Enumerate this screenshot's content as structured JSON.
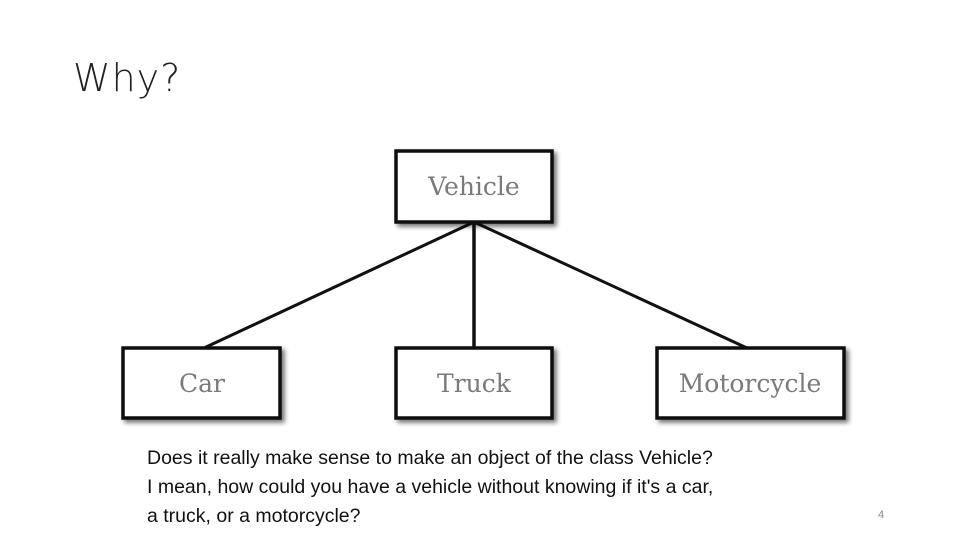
{
  "slide": {
    "title": "Why?",
    "page_number": "4"
  },
  "diagram": {
    "root": {
      "id": "vehicle",
      "label": "Vehicle"
    },
    "children": [
      {
        "id": "car",
        "label": "Car"
      },
      {
        "id": "truck",
        "label": "Truck"
      },
      {
        "id": "motorcycle",
        "label": "Motorcycle"
      }
    ],
    "edges": [
      {
        "from": "vehicle",
        "to": "car"
      },
      {
        "from": "vehicle",
        "to": "truck"
      },
      {
        "from": "vehicle",
        "to": "motorcycle"
      }
    ]
  },
  "body": {
    "lines": [
      "Does it really make sense to make an object of the class Vehicle?",
      "I mean, how could you have a vehicle without knowing if it's a car,",
      "a truck, or a motorcycle?"
    ]
  }
}
